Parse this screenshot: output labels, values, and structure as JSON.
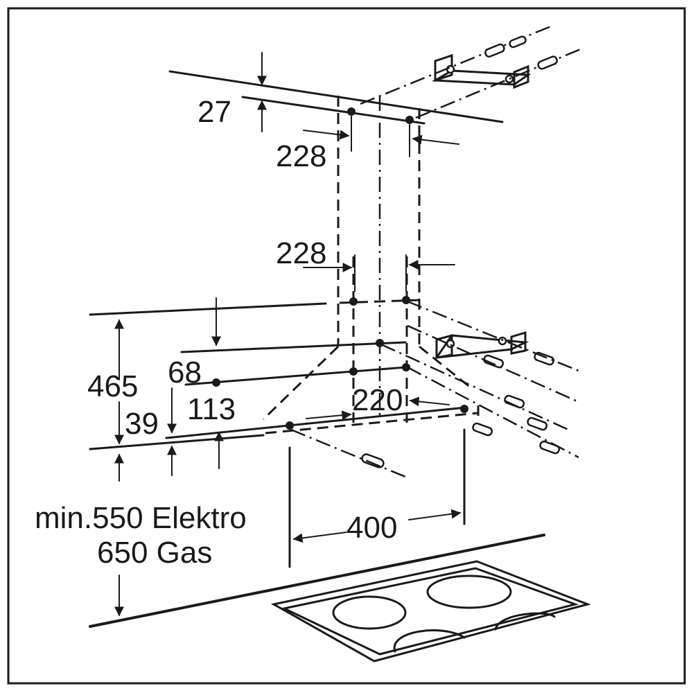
{
  "dimensions": {
    "top_offset": "27",
    "upper_hole_spacing": "228",
    "middle_hole_spacing": "228",
    "total_height": "465",
    "upper_offset": "68",
    "mid_offset": "113",
    "lower_offset": "39",
    "lower_hole_spacing": "220",
    "hob_width": "400",
    "min_height_electric": "min.550 Elektro",
    "min_height_gas": "650 Gas"
  }
}
